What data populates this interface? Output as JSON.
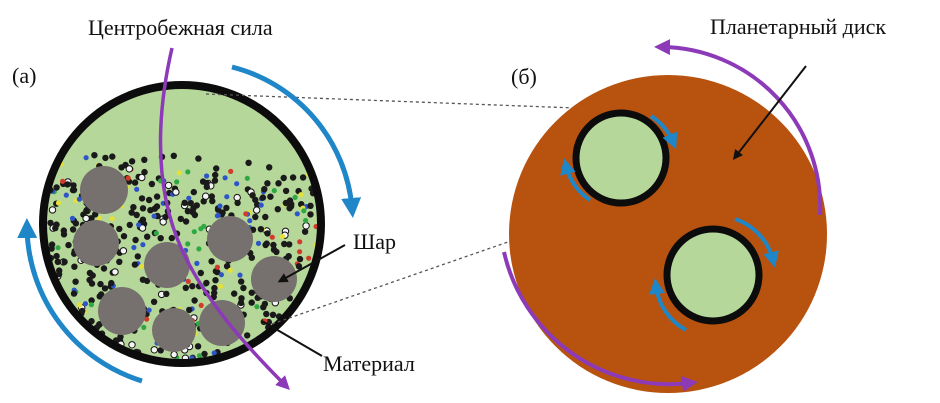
{
  "labels": {
    "centrifugal_force": "Центробежная сила",
    "panel_a": "(а)",
    "panel_b": "(б)",
    "planetary_disk": "Планетарный диск",
    "ball": "Шар",
    "material": "Материал"
  },
  "colors": {
    "vial_fill": "#b6d79a",
    "vial_rim": "#0c0c0c",
    "disk_fill": "#b8520f",
    "ball_fill": "#76716e",
    "blue_arrow": "#1f86c7",
    "purple_arrow": "#8d3ab8",
    "connector": "#555555"
  },
  "material_dot_colors": [
    "#1a1a1a",
    "#222222",
    "#e3e03a",
    "#d23a2a",
    "#2d55c8",
    "#2fa844",
    "#f5f5f5"
  ]
}
